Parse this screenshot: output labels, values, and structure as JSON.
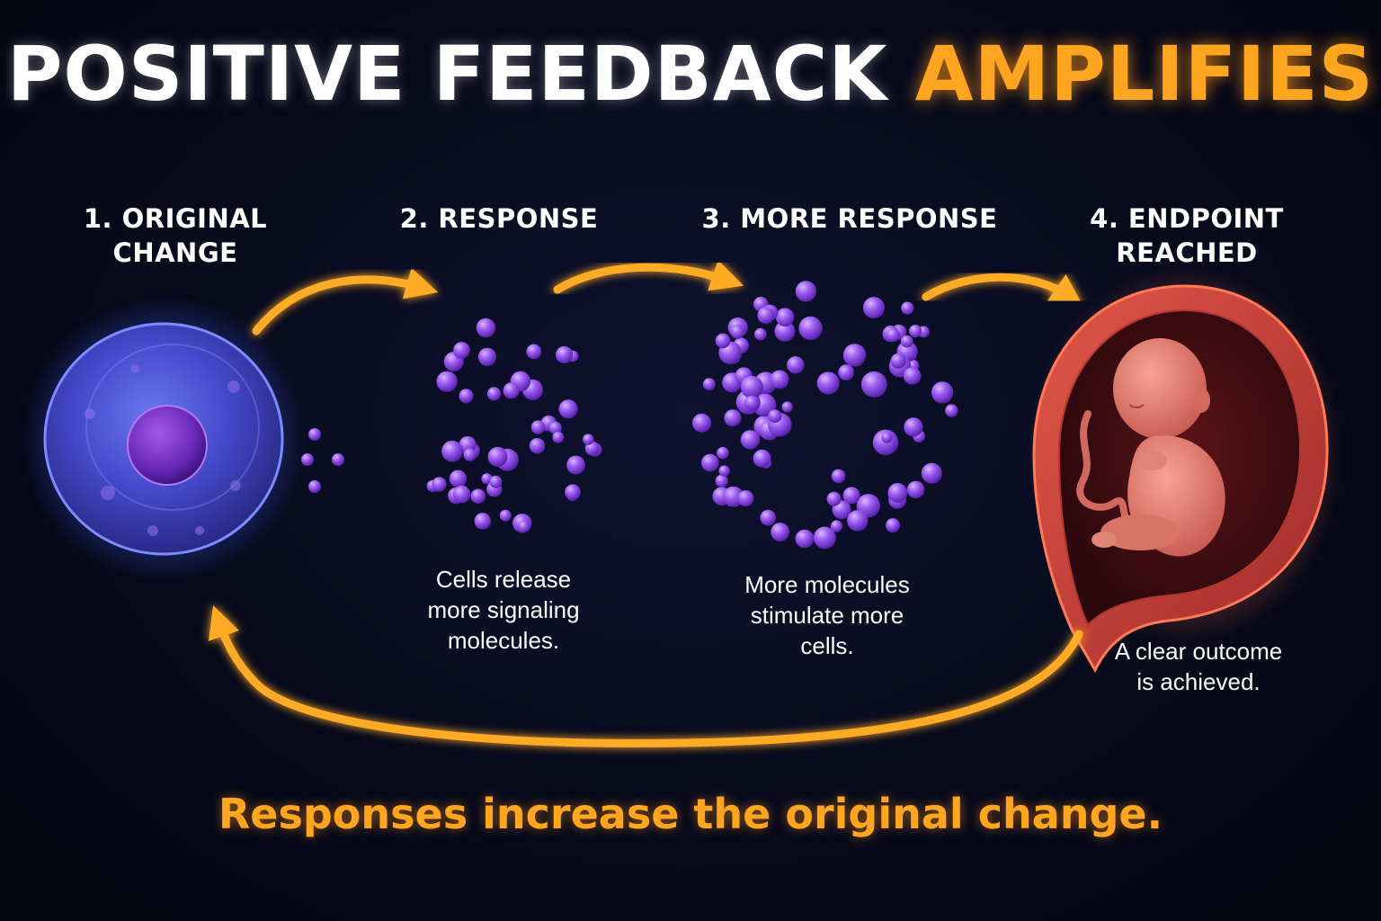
{
  "title": {
    "part1": "POSITIVE FEEDBACK",
    "part2": "AMPLIFIES"
  },
  "steps": [
    {
      "label_line1": "1. ORIGINAL",
      "label_line2": "CHANGE"
    },
    {
      "label_line1": "2. RESPONSE",
      "caption_lines": [
        "Cells release",
        "more signaling",
        "molecules."
      ]
    },
    {
      "label_line1": "3. MORE RESPONSE",
      "caption_lines": [
        "More molecules",
        "stimulate more",
        "cells."
      ]
    },
    {
      "label_line1": "4. ENDPOINT",
      "label_line2": "REACHED",
      "caption_lines": [
        "A clear outcome",
        "is achieved."
      ]
    }
  ],
  "bottom_text": "Responses increase the original change.",
  "colors": {
    "background": "#070918",
    "accent_orange": "#ffa51f",
    "cell_blue": "#4a4fd8",
    "nucleus_purple": "#7a2fc8",
    "molecule_purple": "#9c5cf0",
    "uterus_red": "#c8433a",
    "fetus_pink": "#e87a6e"
  }
}
